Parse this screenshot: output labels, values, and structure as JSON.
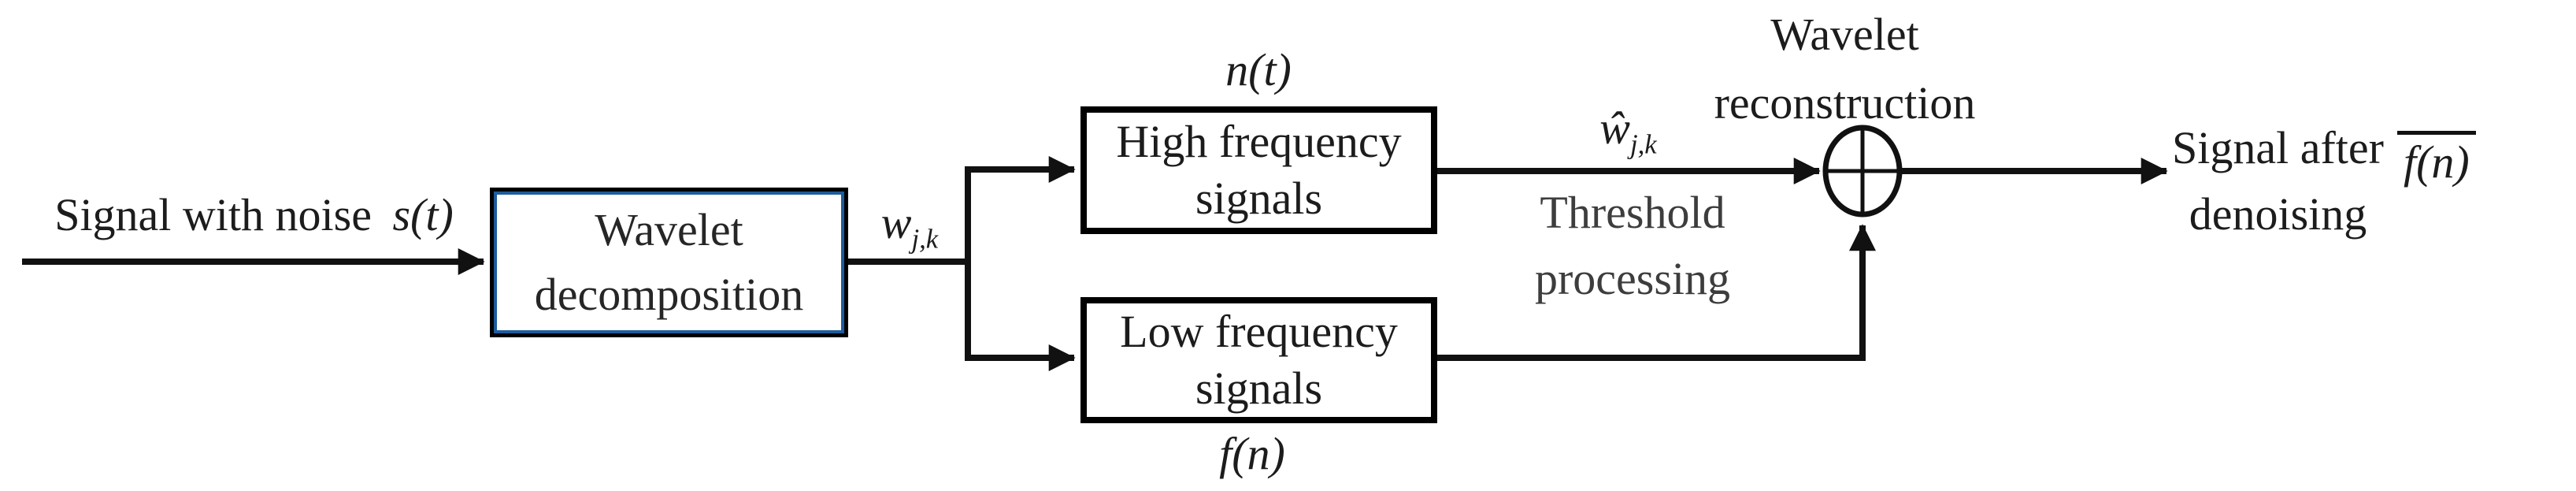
{
  "labels": {
    "input_text": "Signal with noise",
    "input_math": "s(t)",
    "decomp_line1": "Wavelet",
    "decomp_line2": "decomposition",
    "wjk_base": "w",
    "wjk_sub": "j,k",
    "nt_math": "n(t)",
    "high_line1": "High frequency",
    "high_line2": "signals",
    "low_line1": "Low frequency",
    "low_line2": "signals",
    "fn_math": "f(n)",
    "wjk_hat_base": "ŵ",
    "wjk_hat_sub": "j,k",
    "threshold_line1": "Threshold",
    "threshold_line2": "processing",
    "recon_line1": "Wavelet",
    "recon_line2": "reconstruction",
    "output_line1": "Signal after",
    "output_line2": "denoising",
    "output_math": "f(n)"
  },
  "colors": {
    "stroke": "#111111",
    "box-border": "#000000",
    "decomp-inner": "#1f5c9c",
    "box-text": "#1c1c1c",
    "muted-text": "#3d3d3d",
    "bg": "#ffffff"
  }
}
